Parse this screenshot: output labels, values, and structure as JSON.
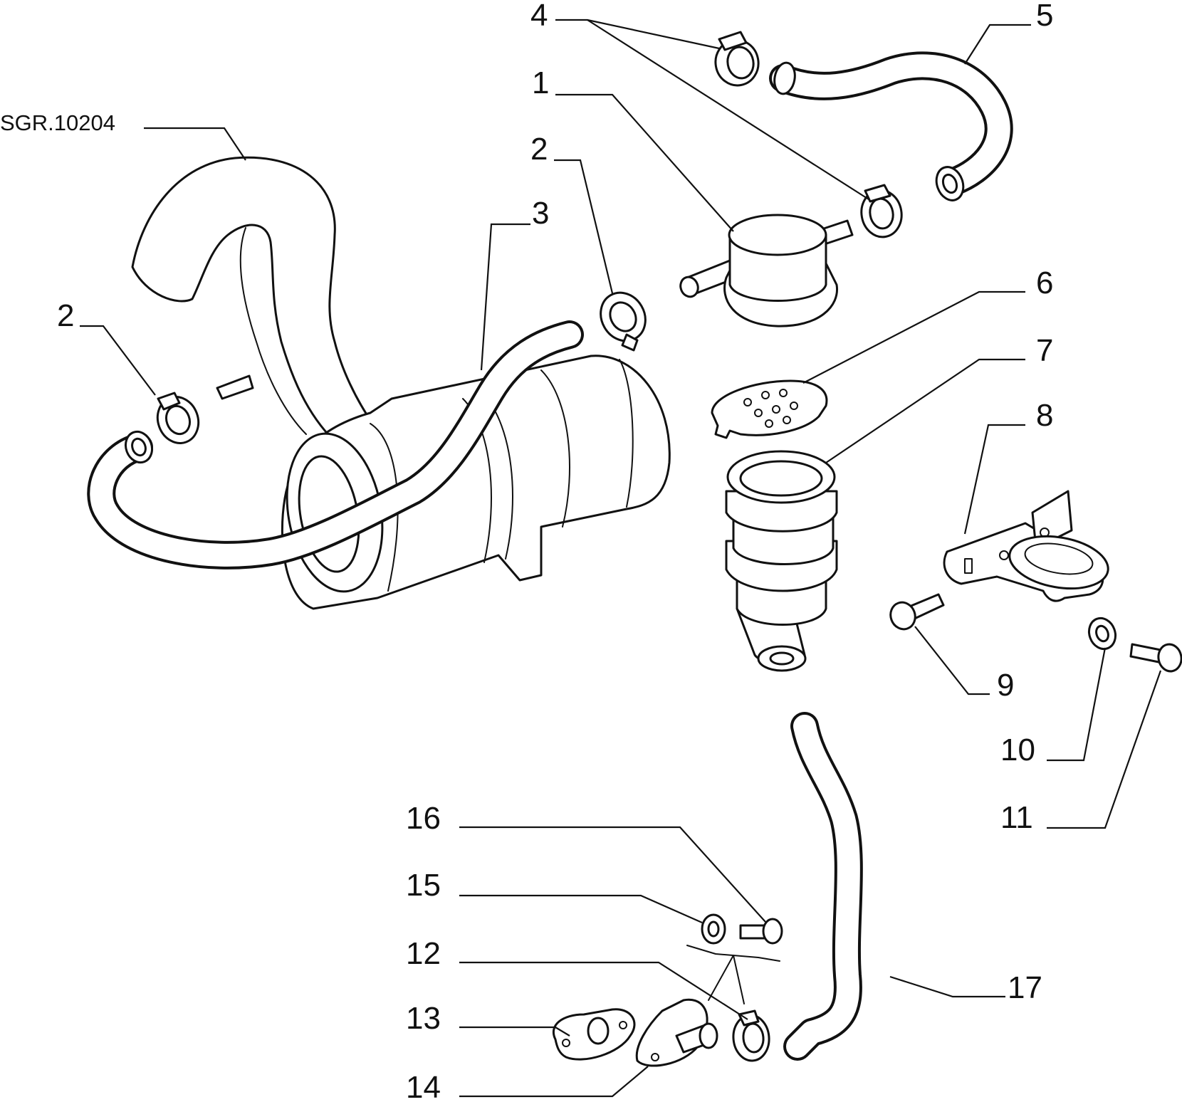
{
  "reference": "SGR.10204",
  "callouts": [
    "1",
    "2",
    "2",
    "3",
    "4",
    "5",
    "6",
    "7",
    "8",
    "9",
    "10",
    "11",
    "12",
    "13",
    "14",
    "15",
    "16",
    "17"
  ]
}
